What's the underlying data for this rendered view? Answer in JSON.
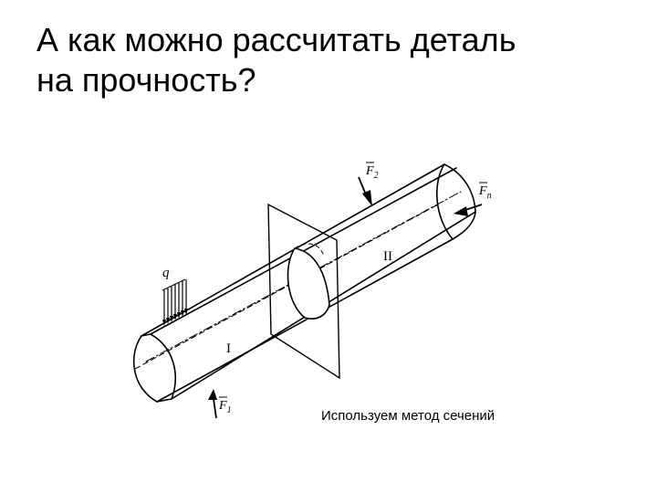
{
  "slide": {
    "title_line1": "А как можно рассчитать деталь",
    "title_line2": "на прочность?",
    "caption": "Используем метод сечений"
  },
  "figure": {
    "label_q": "q",
    "label_f2": "F",
    "label_f2_sub": "2",
    "label_fn": "F",
    "label_fn_sub": "n",
    "label_f1": "F",
    "label_f1_sub": "1",
    "label_part1": "I",
    "label_part2": "II"
  }
}
